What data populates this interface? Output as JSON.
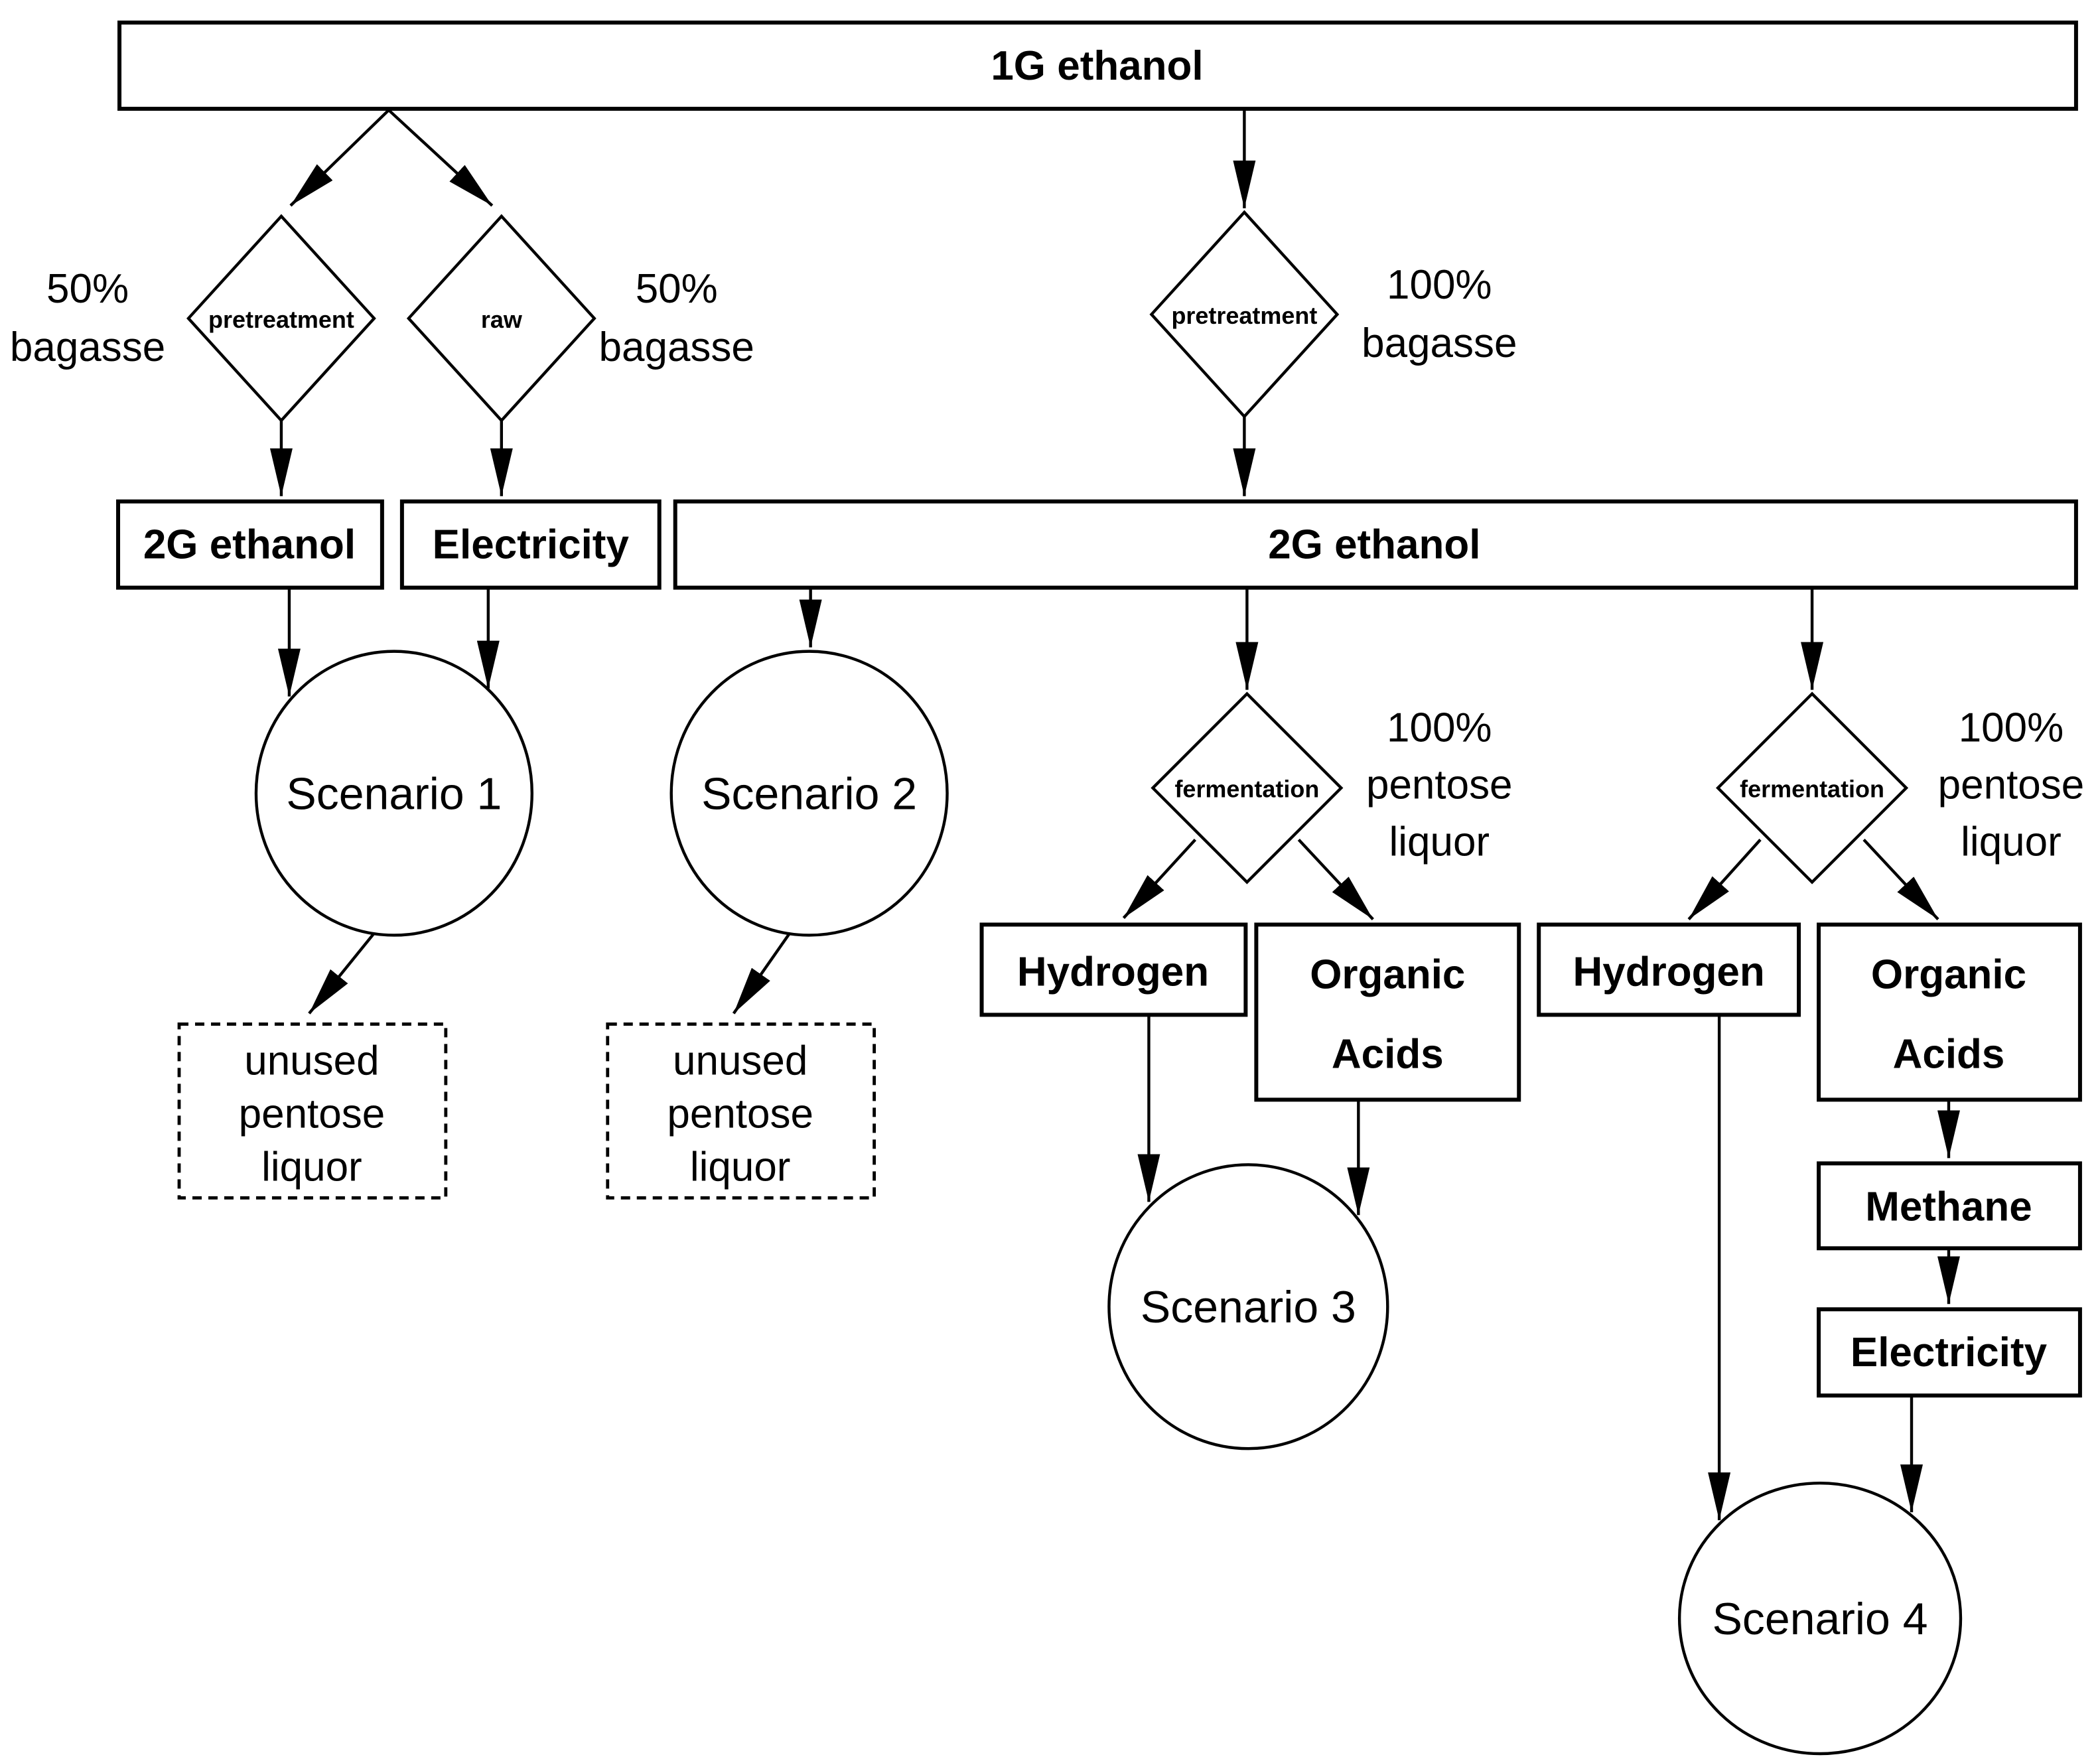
{
  "flowchart": {
    "level1": {
      "ethanol_1g": "1G ethanol"
    },
    "decisions": {
      "pretreatment_left": "pretreatment",
      "raw": "raw",
      "pretreatment_right": "pretreatment",
      "fermentation_left": "fermentation",
      "fermentation_right": "fermentation"
    },
    "branch_labels": {
      "bagasse_50_left": [
        "50%",
        "bagasse"
      ],
      "bagasse_50_right": [
        "50%",
        "bagasse"
      ],
      "bagasse_100": [
        "100%",
        "bagasse"
      ],
      "pentose_100_left": [
        "100%",
        "pentose",
        "liquor"
      ],
      "pentose_100_right": [
        "100%",
        "pentose",
        "liquor"
      ]
    },
    "products": {
      "ethanol_2g": "2G ethanol",
      "electricity_left": "Electricity",
      "ethanol_2g_wide": "2G ethanol",
      "hydrogen_left": "Hydrogen",
      "organic_acids_left": [
        "Organic",
        "Acids"
      ],
      "hydrogen_right": "Hydrogen",
      "organic_acids_right": [
        "Organic",
        "Acids"
      ],
      "methane": "Methane",
      "electricity_right": "Electricity"
    },
    "scenarios": {
      "s1": "Scenario 1",
      "s2": "Scenario 2",
      "s3": "Scenario 3",
      "s4": "Scenario 4"
    },
    "waste": {
      "unused_left": [
        "unused",
        "pentose",
        "liquor"
      ],
      "unused_right": [
        "unused",
        "pentose",
        "liquor"
      ]
    },
    "colors": {
      "ink": "#000000",
      "background": "#ffffff"
    }
  }
}
